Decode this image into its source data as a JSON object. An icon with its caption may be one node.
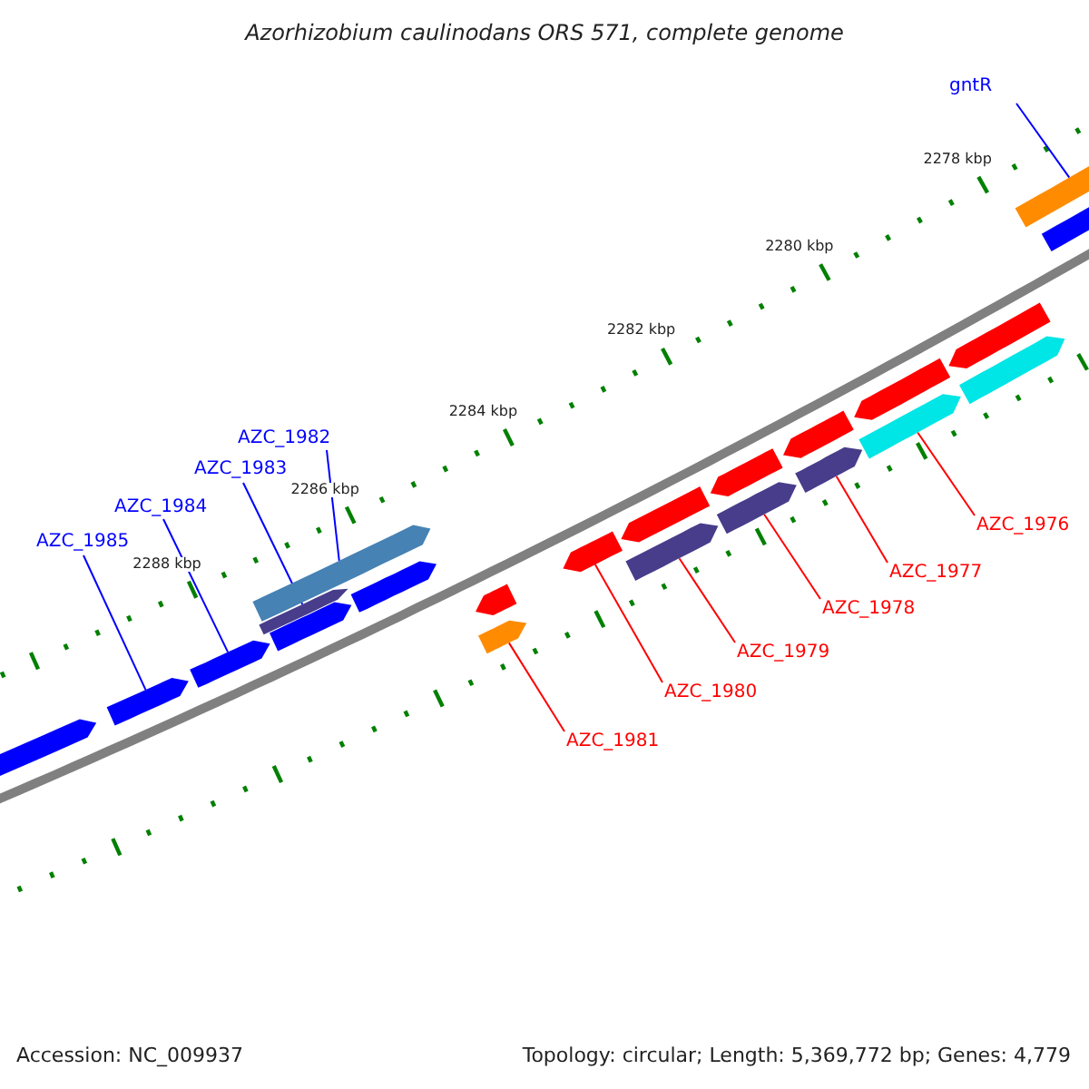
{
  "diagram": {
    "title": "Azorhizobium caulinodans ORS 571, complete genome",
    "nodes": [
      {
        "text": [
          "gntR"
        ]
      },
      {
        "text": [
          "AZC_1982"
        ]
      },
      {
        "text": [
          "AZC_1983"
        ]
      },
      {
        "text": [
          "AZC_1984"
        ]
      },
      {
        "text": [
          "AZC_1985"
        ]
      },
      {
        "text": [
          "AZC_1976"
        ]
      },
      {
        "text": [
          "AZC_1977"
        ]
      },
      {
        "text": [
          "AZC_1978"
        ]
      },
      {
        "text": [
          "AZC_1979"
        ]
      },
      {
        "text": [
          "AZC_1980"
        ]
      },
      {
        "text": [
          "AZC_1981"
        ]
      },
      {
        "text": [],
        "shape": "bar"
      },
      {
        "text": [],
        "shape": "bar"
      },
      {
        "text": [],
        "shape": "bar"
      },
      {
        "text": [],
        "shape": "bar"
      },
      {
        "text": [],
        "shape": "bar"
      },
      {
        "text": [],
        "shape": "bar"
      },
      {
        "text": [],
        "shape": "bar"
      },
      {
        "text": [],
        "shape": "bar"
      },
      {
        "text": [],
        "shape": "bar"
      },
      {
        "text": [],
        "shape": "bar"
      },
      {
        "text": [],
        "shape": "bar"
      },
      {
        "text": [],
        "shape": "bar"
      },
      {
        "text": [],
        "shape": "bar"
      },
      {
        "text": [],
        "shape": "bar"
      },
      {
        "text": [],
        "shape": "bar"
      },
      {
        "text": [],
        "shape": "bar"
      },
      {
        "text": [],
        "shape": "bar"
      },
      {
        "text": [],
        "shape": "bar"
      },
      {
        "text": [],
        "shape": "bar"
      },
      {
        "text": [],
        "shape": "bar"
      },
      {
        "text": [],
        "shape": "bar"
      },
      {
        "text": [],
        "shape": "bar"
      }
    ],
    "edges": [
      {
        "from": 0,
        "to": 11,
        "arrow": "none",
        "color": "#0000ff"
      },
      {
        "from": 1,
        "to": 12,
        "arrow": "none",
        "color": "#0000ff"
      },
      {
        "from": 2,
        "to": 13,
        "arrow": "none",
        "color": "#0000ff"
      },
      {
        "from": 3,
        "to": 14,
        "arrow": "none",
        "color": "#0000ff"
      },
      {
        "from": 4,
        "to": 15,
        "arrow": "none",
        "color": "#0000ff"
      },
      {
        "from": 5,
        "to": 16,
        "arrow": "none",
        "color": "#ff0000"
      },
      {
        "from": 6,
        "to": 17,
        "arrow": "none",
        "color": "#ff0000"
      },
      {
        "from": 7,
        "to": 18,
        "arrow": "none",
        "color": "#ff0000"
      },
      {
        "from": 8,
        "to": 19,
        "arrow": "none",
        "color": "#ff0000"
      },
      {
        "from": 9,
        "to": 20,
        "arrow": "none",
        "color": "#ff0000"
      },
      {
        "from": 10,
        "to": 21,
        "arrow": "none",
        "color": "#ff0000"
      }
    ],
    "labels": [
      "2278 kbp",
      "2280 kbp",
      "2282 kbp",
      "2284 kbp",
      "2286 kbp",
      "2288 kbp",
      "Accession: NC_009937",
      "Topology: circular; Length: 5,369,772 bp; Genes: 4,779"
    ]
  }
}
